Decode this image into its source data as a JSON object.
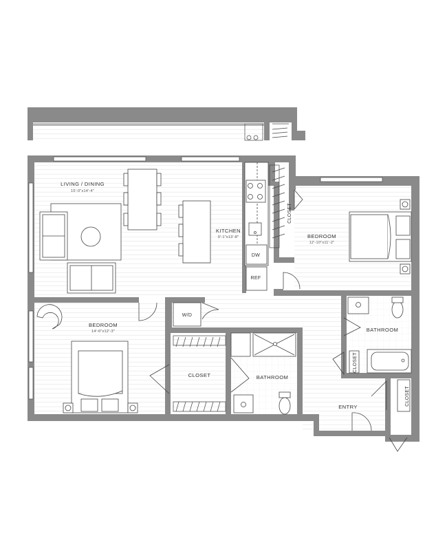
{
  "colors": {
    "wall": "#8a8a8a",
    "wall_dark": "#777777",
    "floor_line": "#dddddd",
    "fixture_stroke": "#444444",
    "text": "#333333"
  },
  "rooms": {
    "living_dining": {
      "name": "LIVING / DINING",
      "dims": "15'-0\"x14'-4\""
    },
    "kitchen": {
      "name": "KITCHEN",
      "dims": "9'-1\"x13'-8\""
    },
    "bedroom_1": {
      "name": "BEDROOM",
      "dims": "12'-10\"x11'-2\""
    },
    "bedroom_2": {
      "name": "BEDROOM",
      "dims": "14'-6\"x12'-3\""
    },
    "bathroom_1": {
      "name": "BATHROOM"
    },
    "bathroom_2": {
      "name": "BATHROOM"
    },
    "walk_in_closet": {
      "name": "CLOSET"
    },
    "entry": {
      "name": "ENTRY"
    }
  },
  "closets": {
    "bedroom_1_closet": "CLOSET",
    "bath_closet": "CLOSET",
    "entry_closet": "CLOSET"
  },
  "appliances": {
    "dishwasher": "DW",
    "refrigerator": "REF",
    "washer_dryer": "W/D"
  }
}
